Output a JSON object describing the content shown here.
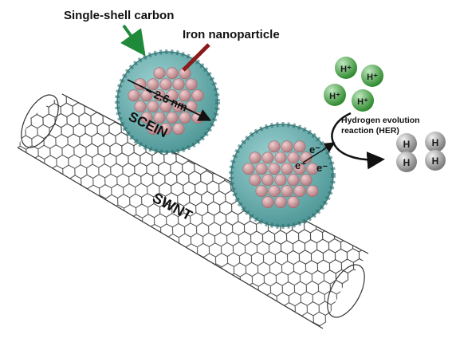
{
  "labels": {
    "shell": "Single-shell carbon",
    "iron": "Iron nanoparticle",
    "size": "~ 2.6 nm",
    "scein": "SCEIN",
    "swnt": "SWNT",
    "her_line1": "Hydrogen evolution",
    "her_line2": "reaction (HER)"
  },
  "electrons": [
    "e⁻",
    "e⁻",
    "e⁻"
  ],
  "protons": [
    "H⁺",
    "H⁺",
    "H⁺",
    "H⁺"
  ],
  "hydrogen_atoms": [
    "H",
    "H",
    "H",
    "H"
  ],
  "colors": {
    "carbon_shell": "#5fa8a8",
    "iron_core": "#c99497",
    "proton": "#3f9a3f",
    "hydrogen": "#8c8c8c",
    "shell_pointer": "#1f8a3a",
    "iron_pointer": "#8b1a1a",
    "nanotube_line": "#333333"
  }
}
